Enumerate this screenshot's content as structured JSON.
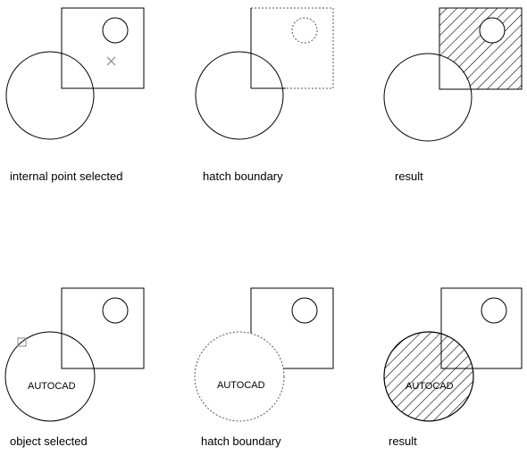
{
  "captions": {
    "top_1": "internal point selected",
    "top_2": "hatch boundary",
    "top_3": "result",
    "bottom_1": "object selected",
    "bottom_2": "hatch boundary",
    "bottom_3": "result"
  },
  "labels": {
    "bottom_1_text": "AUTOCAD",
    "bottom_2_text": "AUTOCAD",
    "bottom_3_text": "AUTOCAD"
  },
  "colors": {
    "line": "#000000",
    "dotted": "#555555",
    "marker": "#999999"
  }
}
